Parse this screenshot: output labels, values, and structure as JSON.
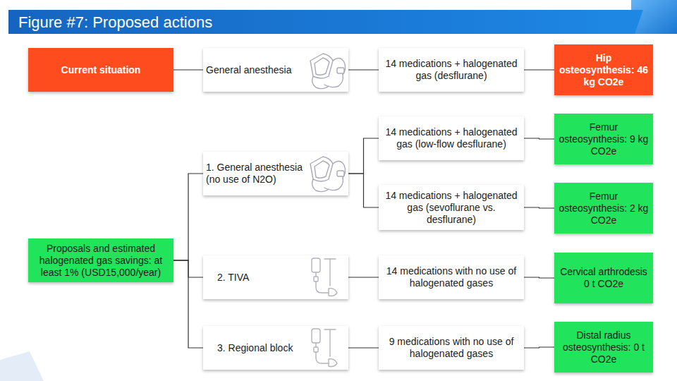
{
  "diagram": {
    "title": "Figure #7: Proposed actions",
    "nodes": [
      {
        "text": [
          "Current situation"
        ]
      },
      {
        "text": [
          "General anesthesia"
        ]
      },
      {
        "text": [
          "14 medications + halogenated gas (desflurane)"
        ]
      },
      {
        "text": [
          "Hip osteosynthesis: 46 kg CO2e"
        ]
      },
      {
        "text": [
          "Proposals and estimated halogenated gas savings: at least 1% (USD15,000/year)"
        ]
      },
      {
        "text": [
          "1. General anesthesia (no use of N2O)"
        ]
      },
      {
        "text": [
          "14 medications + halogenated gas (low-flow desflurane)"
        ]
      },
      {
        "text": [
          "Femur osteosynthesis: 9 kg CO2e"
        ]
      },
      {
        "text": [
          "14 medications + halogenated gas (sevoflurane vs. desflurane)"
        ]
      },
      {
        "text": [
          "Femur osteosynthesis: 2 kg CO2e"
        ]
      },
      {
        "text": [
          "2. TIVA"
        ]
      },
      {
        "text": [
          "14 medications with no use of halogenated gases"
        ]
      },
      {
        "text": [
          "Cervical arthrodesis 0 t CO2e"
        ]
      },
      {
        "text": [
          "3. Regional block"
        ]
      },
      {
        "text": [
          "9 medications with no use of halogenated gases"
        ]
      },
      {
        "text": [
          "Distal radius osteosynthesis: 0 t CO2e"
        ]
      }
    ],
    "edges": [
      {
        "from": 0,
        "to": 1,
        "arrow": "none"
      },
      {
        "from": 1,
        "to": 2,
        "arrow": "none"
      },
      {
        "from": 2,
        "to": 3,
        "arrow": "none"
      },
      {
        "from": 4,
        "to": 5,
        "arrow": "none"
      },
      {
        "from": 4,
        "to": 10,
        "arrow": "none"
      },
      {
        "from": 4,
        "to": 13,
        "arrow": "none"
      },
      {
        "from": 5,
        "to": 6,
        "arrow": "none"
      },
      {
        "from": 5,
        "to": 8,
        "arrow": "none"
      },
      {
        "from": 6,
        "to": 7,
        "arrow": "none"
      },
      {
        "from": 8,
        "to": 9,
        "arrow": "none"
      },
      {
        "from": 10,
        "to": 11,
        "arrow": "none"
      },
      {
        "from": 11,
        "to": 12,
        "arrow": "none"
      },
      {
        "from": 13,
        "to": 14,
        "arrow": "none"
      },
      {
        "from": 14,
        "to": 15,
        "arrow": "none"
      }
    ]
  }
}
